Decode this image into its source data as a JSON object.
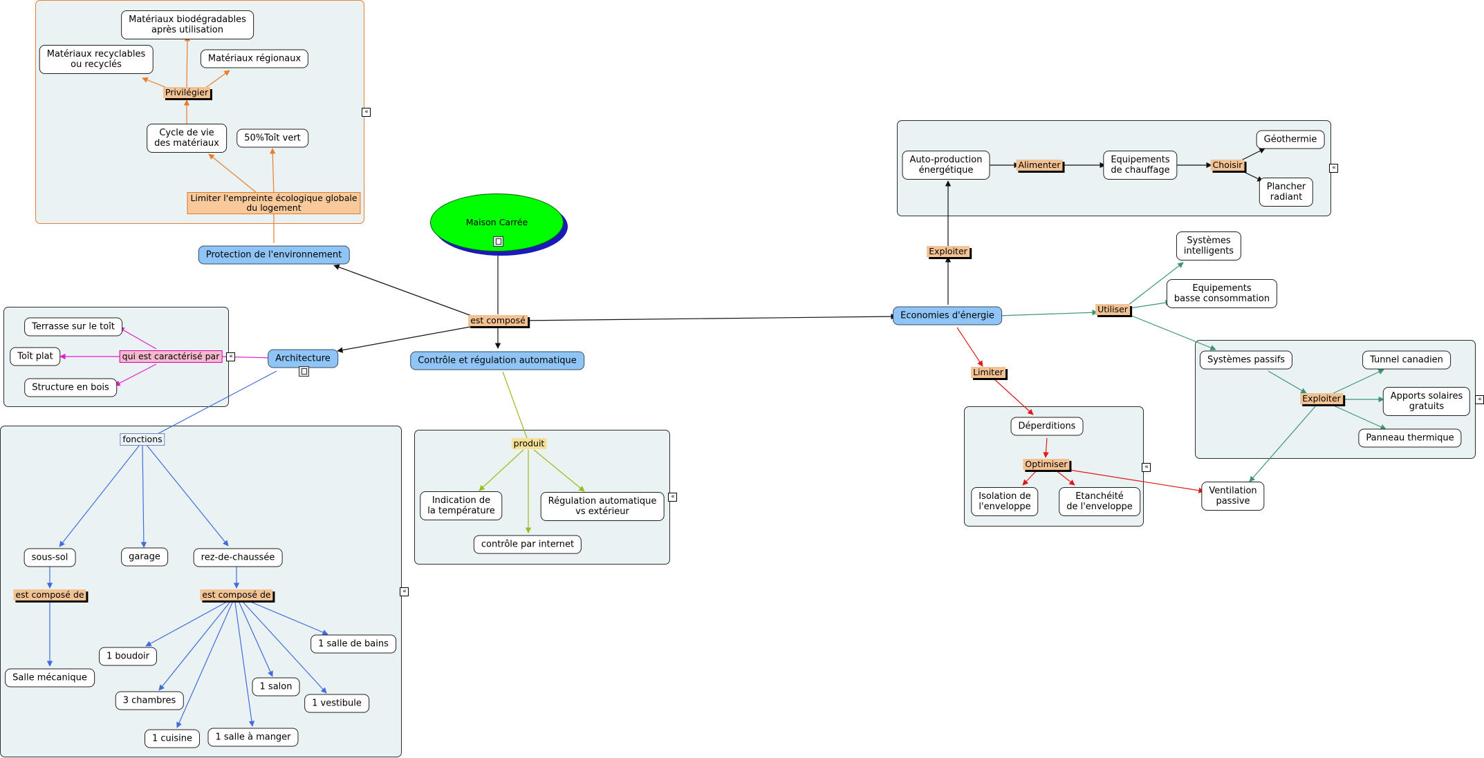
{
  "root": {
    "label": "Maison Carrée"
  },
  "concepts": {
    "environnement": "Protection de l'environnement",
    "architecture": "Architecture",
    "controle": "Contrôle et régulation automatique",
    "economies": "Economies d'énergie",
    "mat_bio": "Matériaux biodégradables\naprès utilisation",
    "mat_recy": "Matériaux recyclables\nou recyclés",
    "mat_reg": "Matériaux régionaux",
    "cycle": "Cycle de vie\ndes matériaux",
    "toit_vert": "50%Toît vert",
    "terrasse": "Terrasse sur le toît",
    "toit_plat": "Toît plat",
    "structure": "Structure en bois",
    "sous_sol": "sous-sol",
    "garage": "garage",
    "rdc": "rez-de-chaussée",
    "salle_meca": "Salle mécanique",
    "boudoir": "1 boudoir",
    "chambres": "3 chambres",
    "cuisine": "1 cuisine",
    "salle_manger": "1 salle à manger",
    "salon": "1 salon",
    "vestibule": "1 vestibule",
    "salle_bains": "1 salle de bains",
    "indication": "Indication de\nla température",
    "internet": "contrôle par internet",
    "regulation": "Régulation automatique\nvs extérieur",
    "autoprod": "Auto-production\nénergétique",
    "equip_chauf": "Equipements\nde chauffage",
    "geothermie": "Géothermie",
    "plancher": "Plancher\nradiant",
    "sys_intel": "Systèmes\nintelligents",
    "equip_basse": "Equipements\nbasse consommation",
    "sys_passifs": "Systèmes passifs",
    "tunnel": "Tunnel canadien",
    "apports": "Apports solaires\ngratuits",
    "panneau": "Panneau thermique",
    "ventilation": "Ventilation\npassive",
    "deperditions": "Déperditions",
    "isolation": "Isolation de\nl'enveloppe",
    "etancheite": "Etanchéité\nde l'enveloppe"
  },
  "links": {
    "est_compose": "est composé",
    "limiter_empreinte": "Limiter l'empreinte écologique globale\ndu logement",
    "privilegier": "Privilégier",
    "qui_est": "qui est caractérisé par",
    "fonctions": "fonctions",
    "est_compose_de_1": "est composé de",
    "est_compose_de_2": "est composé de",
    "produit": "produit",
    "exploiter_1": "Exploiter",
    "alimenter": "Alimenter",
    "choisir": "Choisir",
    "utiliser": "Utiliser",
    "exploiter_2": "Exploiter",
    "limiter": "Limiter",
    "optimiser": "Optimiser"
  },
  "colors": {
    "orange": "#e97d2b",
    "magenta": "#e21ad1",
    "blue": "#3f6bdd",
    "olive": "#9bbb1d",
    "black": "#111111",
    "green": "#3b9474",
    "red": "#e01818",
    "root_fill": "#00ff00",
    "concept_blue": "#8ec5f6",
    "panel_fill": "#ebf2f3"
  },
  "icons": [
    "document-icon",
    "collapse-icon"
  ]
}
